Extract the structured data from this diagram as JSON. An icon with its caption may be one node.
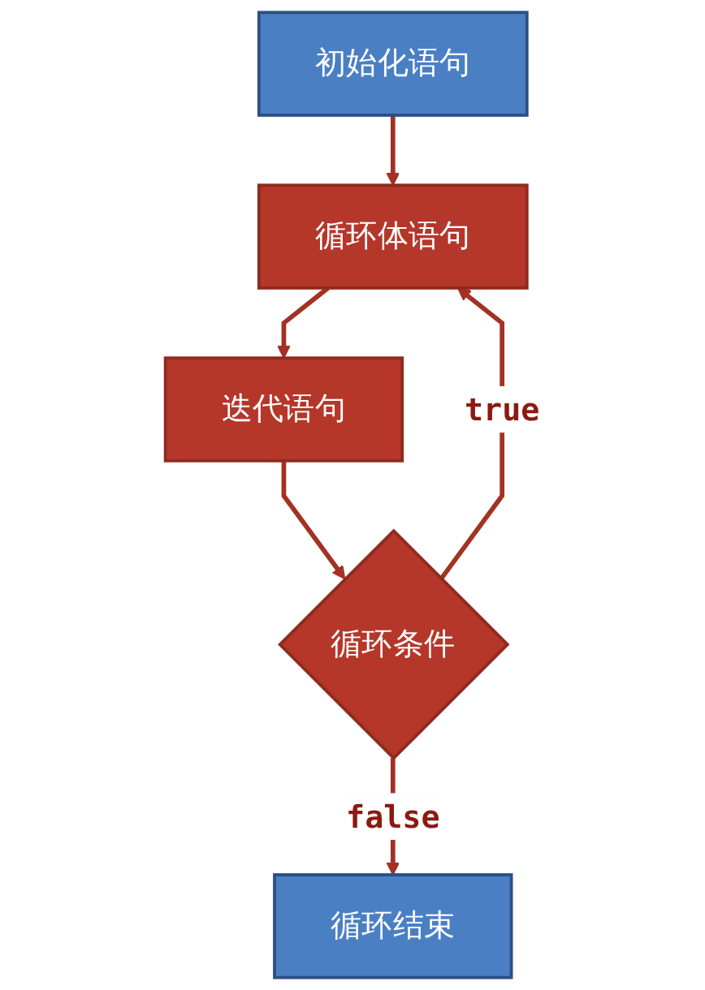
{
  "diagram": {
    "nodes": [
      {
        "text": [
          "初始化语句"
        ]
      },
      {
        "text": [
          "循环体语句"
        ]
      },
      {
        "text": [
          "迭代语句"
        ]
      },
      {
        "text": [
          "循环条件"
        ]
      },
      {
        "text": [
          "循环结束"
        ]
      }
    ],
    "edges": [
      {
        "from": 0,
        "to": 1,
        "arrow": "to"
      },
      {
        "from": 1,
        "to": 2,
        "arrow": "to"
      },
      {
        "from": 2,
        "to": 3,
        "arrow": "to"
      },
      {
        "from": 3,
        "to": 1,
        "arrow": "to",
        "label": "true"
      },
      {
        "from": 3,
        "to": 4,
        "arrow": "to",
        "label": "false"
      }
    ]
  }
}
